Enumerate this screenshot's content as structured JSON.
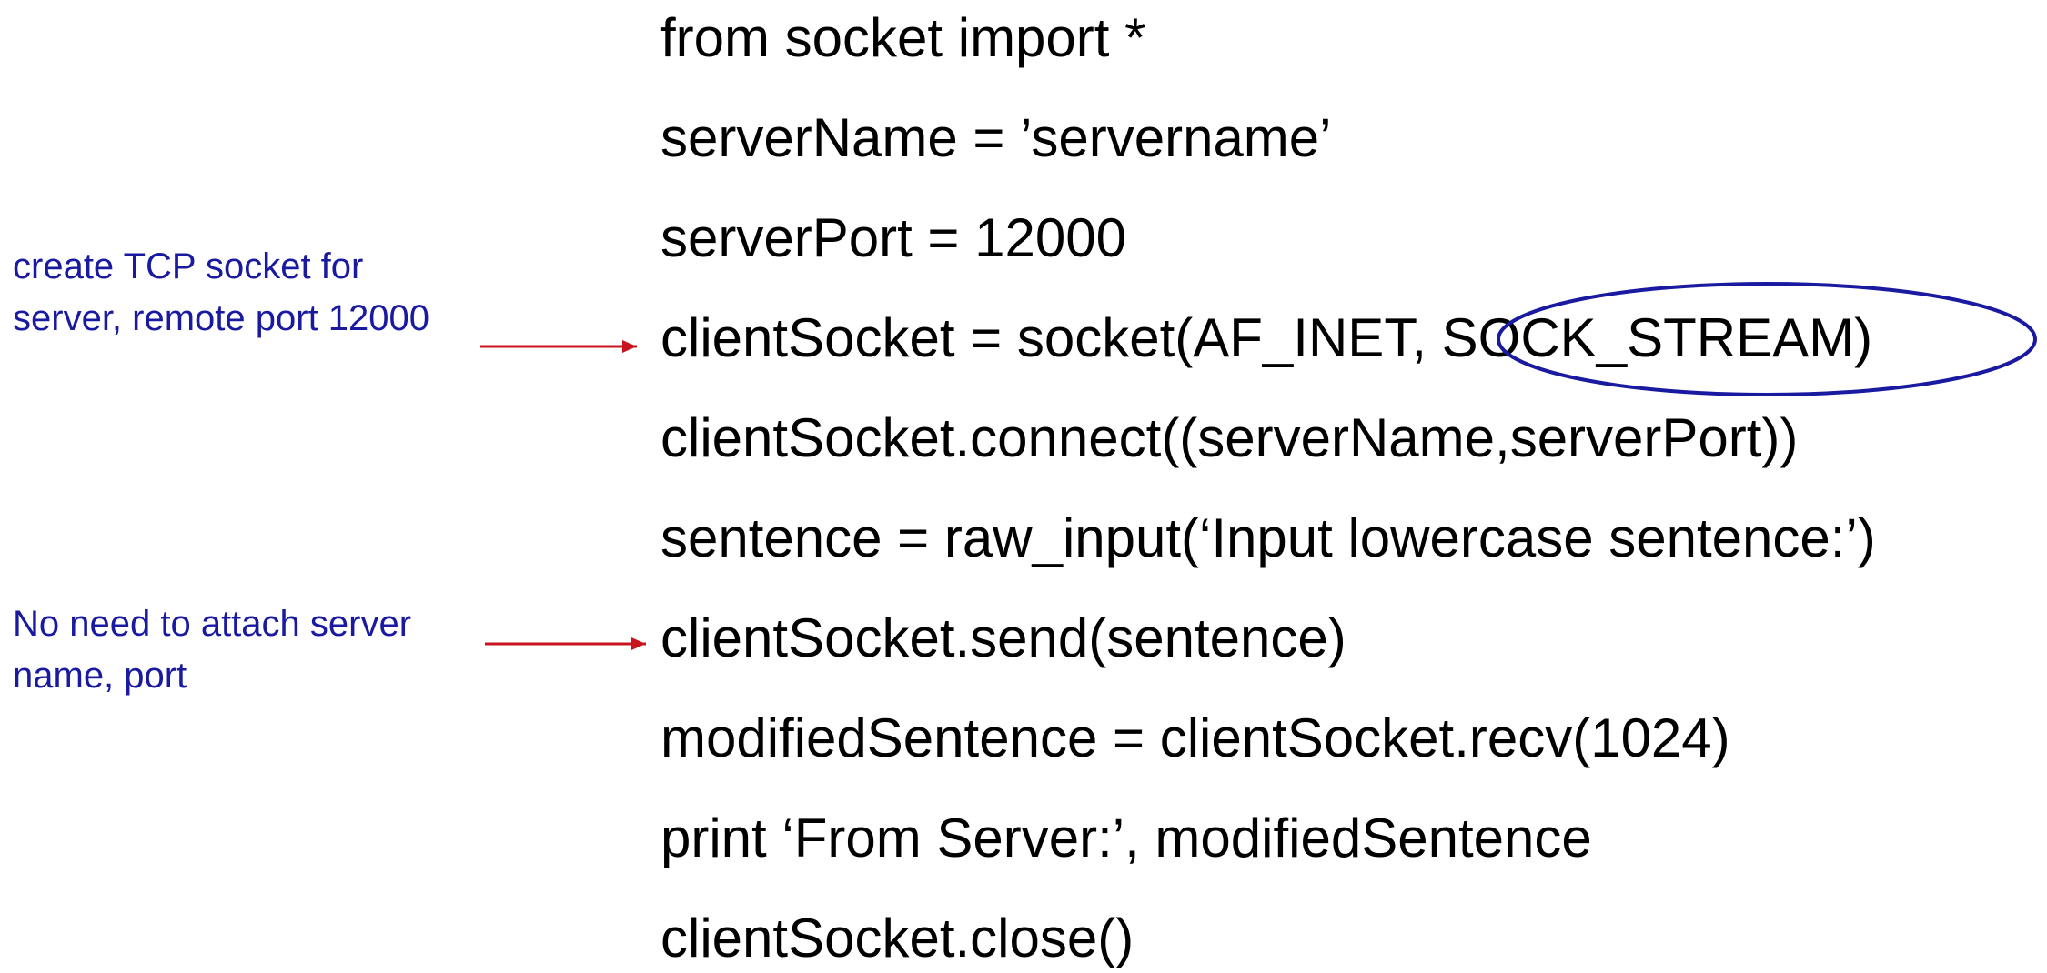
{
  "code_lines": [
    "from socket import *",
    "serverName = ’servername’",
    "serverPort = 12000",
    "clientSocket = socket(AF_INET, SOCK_STREAM)",
    "clientSocket.connect((serverName,serverPort))",
    "sentence = raw_input(‘Input lowercase sentence:’)",
    "clientSocket.send(sentence)",
    "modifiedSentence = clientSocket.recv(1024)",
    "print ‘From Server:’, modifiedSentence",
    "clientSocket.close()"
  ],
  "annotations": [
    {
      "line1": "create TCP socket for",
      "line2": "server, remote port 12000"
    },
    {
      "line1": "No need to attach server",
      "line2": "name, port"
    }
  ],
  "colors": {
    "code": "#000000",
    "annotation_text": "#1a1aa0",
    "arrow": "#c8141e",
    "highlight_ellipse": "#1a1aa0"
  }
}
